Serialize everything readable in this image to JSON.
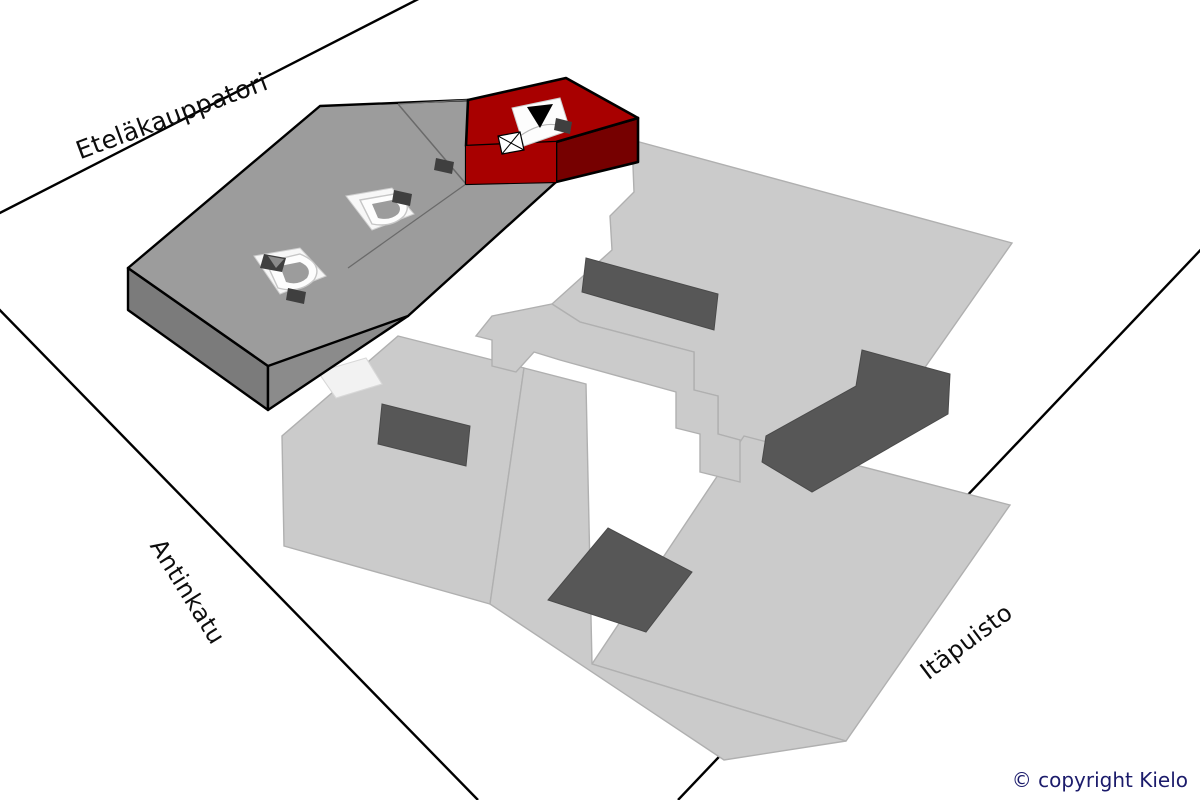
{
  "map": {
    "title": "Eteläkauppatori block isometric site plan",
    "background_color": "#ffffff",
    "streets": [
      {
        "id": "etelakauppatori",
        "name": "Eteläkauppatori",
        "position": "top-left",
        "rotation_deg": -20.5
      },
      {
        "id": "antinkatu",
        "name": "Antinkatu",
        "position": "bottom-left",
        "rotation_deg": 58
      },
      {
        "id": "itapuisto",
        "name": "Itäpuisto",
        "position": "bottom-right",
        "rotation_deg": -37
      }
    ],
    "colors": {
      "highlight_red": "#a80000",
      "highlight_red_side": "#8c0000",
      "highlight_red_front": "#760000",
      "building_grey_top": "#9c9c9c",
      "building_grey_side": "#8b8b8b",
      "building_grey_front": "#7b7b7b",
      "roof_light": "#cbcbcb",
      "roof_patch_dark": "#575757",
      "outline": "#000000",
      "label_text": "#0d0d0d",
      "copyright_text": "#1b1b6b",
      "marker_white": "#fdfdfd",
      "marker_dark": "#3f3f3f"
    },
    "blocks": [
      {
        "id": "highlight-block",
        "label": "Highlighted entrance wing",
        "color": "highlight_red",
        "extruded": true
      },
      {
        "id": "grey-wing-east",
        "label": "Grey building wing east",
        "color": "building_grey_top",
        "extruded": true
      },
      {
        "id": "grey-wing-center",
        "label": "Grey building wing center",
        "color": "building_grey_top",
        "extruded": true
      },
      {
        "id": "grey-wing-west",
        "label": "Grey building wing west",
        "color": "building_grey_top",
        "extruded": true
      },
      {
        "id": "roof-plane-northeast",
        "label": "Flat roof plane northeast",
        "color": "roof_light",
        "extruded": false
      },
      {
        "id": "roof-plane-west",
        "label": "Flat roof plane west",
        "color": "roof_light",
        "extruded": false
      },
      {
        "id": "roof-plane-south",
        "label": "Flat roof plane south",
        "color": "roof_light",
        "extruded": false
      },
      {
        "id": "roof-plane-east",
        "label": "Flat roof plane east",
        "color": "roof_light",
        "extruded": false
      },
      {
        "id": "roof-plane-courtyard",
        "label": "Courtyard connector roof",
        "color": "roof_light",
        "extruded": false
      }
    ],
    "roof_patches": [
      {
        "id": "patch-northeast",
        "label": "Rooftop unit northeast"
      },
      {
        "id": "patch-west",
        "label": "Rooftop unit west"
      },
      {
        "id": "patch-east-long",
        "label": "Rooftop unit east long"
      },
      {
        "id": "patch-south",
        "label": "Rooftop unit south"
      }
    ],
    "markers": [
      {
        "id": "entrance-marker-highlight",
        "label": "Main entrance on highlighted wing",
        "icon": "down-arrow-pointer"
      },
      {
        "id": "entrance-marker-east",
        "label": "Entrance marker east wing",
        "icon": "door-glyph"
      },
      {
        "id": "entrance-marker-west",
        "label": "Entrance marker west wing",
        "icon": "door-glyph"
      },
      {
        "id": "stair-symbol",
        "label": "Stair / lift symbol",
        "icon": "crossed-box-icon"
      }
    ]
  },
  "copyright": {
    "text": "© copyright Kielo"
  }
}
